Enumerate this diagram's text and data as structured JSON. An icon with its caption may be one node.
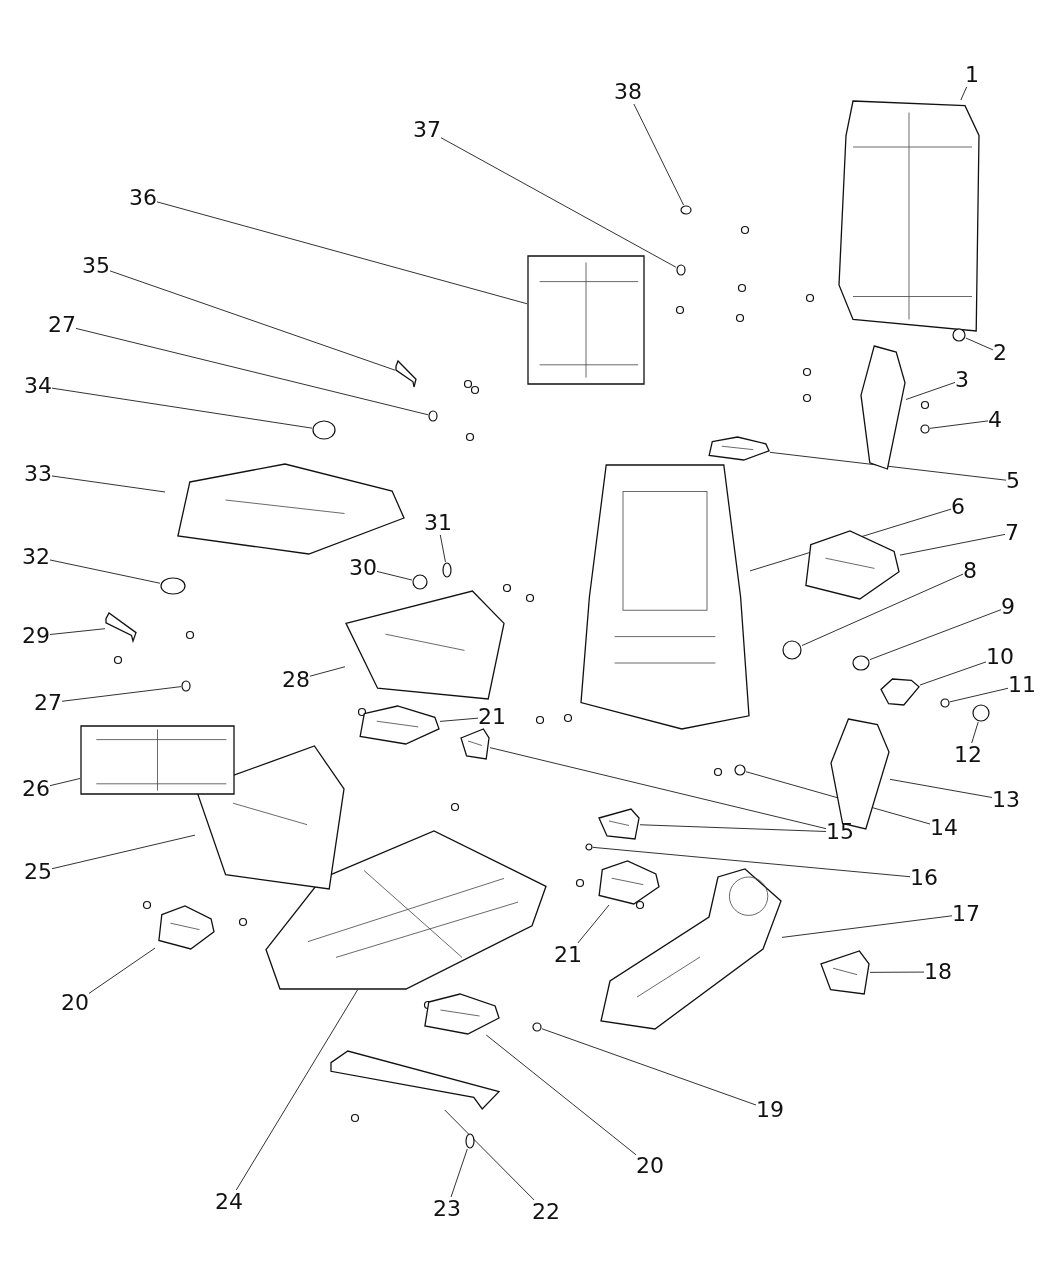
{
  "diagram": {
    "nodes": [
      {
        "text": [
          "1"
        ]
      },
      {
        "text": [],
        "shape": "picture"
      },
      {
        "text": [
          "2"
        ]
      },
      {
        "text": [],
        "shape": "circle"
      },
      {
        "text": [
          "3"
        ]
      },
      {
        "text": [],
        "shape": "picture"
      },
      {
        "text": [
          "4"
        ]
      },
      {
        "text": [],
        "shape": "circle"
      },
      {
        "text": [
          "5"
        ]
      },
      {
        "text": [],
        "shape": "picture"
      },
      {
        "text": [
          "6"
        ]
      },
      {
        "text": [],
        "shape": "picture"
      },
      {
        "text": [
          "7"
        ]
      },
      {
        "text": [],
        "shape": "picture"
      },
      {
        "text": [
          "8"
        ]
      },
      {
        "text": [],
        "shape": "circle"
      },
      {
        "text": [
          "9"
        ]
      },
      {
        "text": [],
        "shape": "circle"
      },
      {
        "text": [
          "10"
        ]
      },
      {
        "text": [],
        "shape": "picture"
      },
      {
        "text": [
          "11"
        ]
      },
      {
        "text": [],
        "shape": "circle"
      },
      {
        "text": [
          "12"
        ]
      },
      {
        "text": [],
        "shape": "circle"
      },
      {
        "text": [
          "13"
        ]
      },
      {
        "text": [],
        "shape": "picture"
      },
      {
        "text": [
          "14"
        ]
      },
      {
        "text": [],
        "shape": "circle"
      },
      {
        "text": [
          "15"
        ]
      },
      {
        "text": [],
        "shape": "picture"
      },
      {
        "text": [],
        "shape": "picture"
      },
      {
        "text": [
          "16"
        ]
      },
      {
        "text": [],
        "shape": "circle"
      },
      {
        "text": [
          "17"
        ]
      },
      {
        "text": [],
        "shape": "picture"
      },
      {
        "text": [
          "18"
        ]
      },
      {
        "text": [],
        "shape": "picture"
      },
      {
        "text": [
          "19"
        ]
      },
      {
        "text": [],
        "shape": "circle"
      },
      {
        "text": [
          "20"
        ]
      },
      {
        "text": [],
        "shape": "picture"
      },
      {
        "text": [
          "20"
        ]
      },
      {
        "text": [],
        "shape": "picture"
      },
      {
        "text": [
          "21"
        ]
      },
      {
        "text": [],
        "shape": "picture"
      },
      {
        "text": [
          "21"
        ]
      },
      {
        "text": [],
        "shape": "picture"
      },
      {
        "text": [
          "22"
        ]
      },
      {
        "text": [],
        "shape": "picture"
      },
      {
        "text": [
          "23"
        ]
      },
      {
        "text": [],
        "shape": "circle"
      },
      {
        "text": [
          "24"
        ]
      },
      {
        "text": [],
        "shape": "picture"
      },
      {
        "text": [
          "25"
        ]
      },
      {
        "text": [],
        "shape": "picture"
      },
      {
        "text": [
          "26"
        ]
      },
      {
        "text": [],
        "shape": "picture"
      },
      {
        "text": [
          "27"
        ]
      },
      {
        "text": [],
        "shape": "circle"
      },
      {
        "text": [
          "27"
        ]
      },
      {
        "text": [],
        "shape": "circle"
      },
      {
        "text": [
          "28"
        ]
      },
      {
        "text": [],
        "shape": "picture"
      },
      {
        "text": [
          "29"
        ]
      },
      {
        "text": [],
        "shape": "picture"
      },
      {
        "text": [
          "30"
        ]
      },
      {
        "text": [],
        "shape": "circle"
      },
      {
        "text": [
          "31"
        ]
      },
      {
        "text": [],
        "shape": "circle"
      },
      {
        "text": [
          "32"
        ]
      },
      {
        "text": [],
        "shape": "circle"
      },
      {
        "text": [
          "33"
        ]
      },
      {
        "text": [],
        "shape": "picture"
      },
      {
        "text": [
          "34"
        ]
      },
      {
        "text": [],
        "shape": "circle"
      },
      {
        "text": [
          "35"
        ]
      },
      {
        "text": [],
        "shape": "picture"
      },
      {
        "text": [
          "36"
        ]
      },
      {
        "text": [],
        "shape": "picture"
      },
      {
        "text": [
          "37"
        ]
      },
      {
        "text": [],
        "shape": "circle"
      },
      {
        "text": [
          "38"
        ]
      },
      {
        "text": [],
        "shape": "circle"
      }
    ],
    "edges": [
      {
        "from": 0,
        "to": 1,
        "arrow": "none"
      },
      {
        "from": 2,
        "to": 3,
        "arrow": "none"
      },
      {
        "from": 4,
        "to": 5,
        "arrow": "none"
      },
      {
        "from": 6,
        "to": 7,
        "arrow": "none"
      },
      {
        "from": 8,
        "to": 9,
        "arrow": "none"
      },
      {
        "from": 10,
        "to": 11,
        "arrow": "none"
      },
      {
        "from": 12,
        "to": 13,
        "arrow": "none"
      },
      {
        "from": 14,
        "to": 15,
        "arrow": "none"
      },
      {
        "from": 16,
        "to": 17,
        "arrow": "none"
      },
      {
        "from": 18,
        "to": 19,
        "arrow": "none"
      },
      {
        "from": 20,
        "to": 21,
        "arrow": "none"
      },
      {
        "from": 22,
        "to": 23,
        "arrow": "none"
      },
      {
        "from": 24,
        "to": 25,
        "arrow": "none"
      },
      {
        "from": 26,
        "to": 27,
        "arrow": "none"
      },
      {
        "from": 28,
        "to": 29,
        "arrow": "none"
      },
      {
        "from": 28,
        "to": 30,
        "arrow": "none"
      },
      {
        "from": 31,
        "to": 32,
        "arrow": "none"
      },
      {
        "from": 33,
        "to": 34,
        "arrow": "none"
      },
      {
        "from": 35,
        "to": 36,
        "arrow": "none"
      },
      {
        "from": 37,
        "to": 38,
        "arrow": "none"
      },
      {
        "from": 39,
        "to": 40,
        "arrow": "none"
      },
      {
        "from": 41,
        "to": 42,
        "arrow": "none"
      },
      {
        "from": 43,
        "to": 44,
        "arrow": "none"
      },
      {
        "from": 45,
        "to": 46,
        "arrow": "none"
      },
      {
        "from": 47,
        "to": 48,
        "arrow": "none"
      },
      {
        "from": 49,
        "to": 50,
        "arrow": "none"
      },
      {
        "from": 51,
        "to": 52,
        "arrow": "none"
      },
      {
        "from": 53,
        "to": 54,
        "arrow": "none"
      },
      {
        "from": 55,
        "to": 56,
        "arrow": "none"
      },
      {
        "from": 57,
        "to": 58,
        "arrow": "none"
      },
      {
        "from": 59,
        "to": 60,
        "arrow": "none"
      },
      {
        "from": 61,
        "to": 62,
        "arrow": "none"
      },
      {
        "from": 63,
        "to": 64,
        "arrow": "none"
      },
      {
        "from": 65,
        "to": 66,
        "arrow": "none"
      },
      {
        "from": 67,
        "to": 68,
        "arrow": "none"
      },
      {
        "from": 69,
        "to": 70,
        "arrow": "none"
      },
      {
        "from": 71,
        "to": 72,
        "arrow": "none"
      },
      {
        "from": 73,
        "to": 74,
        "arrow": "none"
      },
      {
        "from": 75,
        "to": 76,
        "arrow": "none"
      },
      {
        "from": 77,
        "to": 78,
        "arrow": "none"
      },
      {
        "from": 79,
        "to": 80,
        "arrow": "none"
      },
      {
        "from": 81,
        "to": 82,
        "arrow": "none"
      }
    ]
  }
}
